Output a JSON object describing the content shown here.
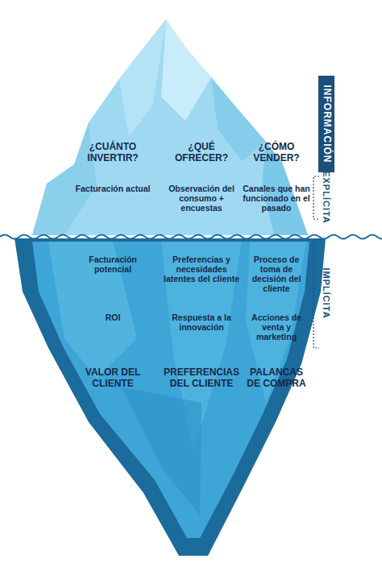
{
  "diagram": {
    "nodes": [
      {
        "text": [
          "INFORMACIÓN"
        ]
      }
    ],
    "labels": [
      "¿CUÁNTO INVERTIR?",
      "¿QUÉ OFRECER?",
      "¿CÓMO VENDER?",
      "Facturación actual",
      "Observación del consumo + encuestas",
      "Canales que han funcionado en el pasado",
      "Facturación potencial",
      "Preferencias y necesidades latentes del cliente",
      "Proceso de toma de decisión del cliente",
      "ROI",
      "Respuesta a la innovación",
      "Acciones de venta y marketing",
      "VALOR DEL CLIENTE",
      "PREFERENCIAS DEL CLIENTE",
      "PALANCAS DE COMPRA",
      "EXPLÍCITA",
      "IMPLÍCITA"
    ]
  }
}
